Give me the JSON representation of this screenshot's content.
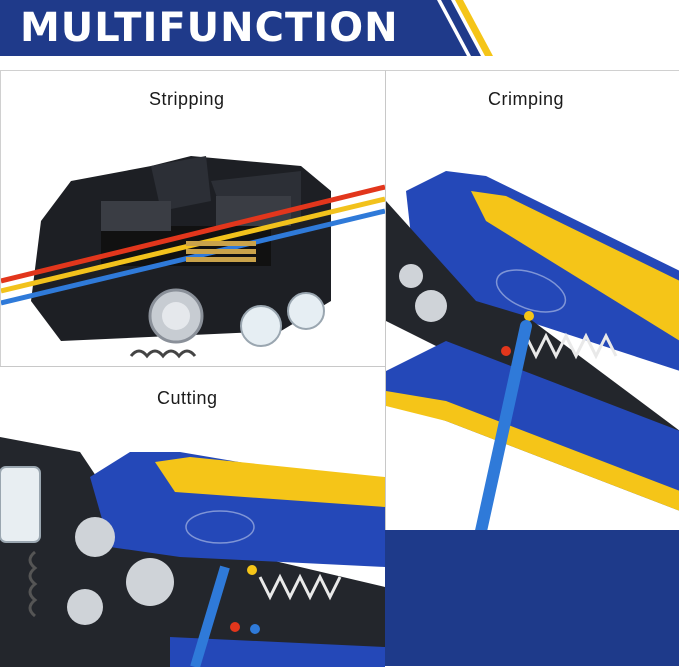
{
  "banner": {
    "title": "MULTIFUNCTION",
    "bg_color": "#1f3a8a",
    "stripe_color": "#f5c518"
  },
  "panels": {
    "stripping": {
      "label": "Stripping"
    },
    "crimping": {
      "label": "Crimping"
    },
    "cutting": {
      "label": "Cutting"
    }
  },
  "tool": {
    "handle_color": "#2448b8",
    "grip_color": "#f5c518",
    "body_color": "#2a2d33"
  }
}
